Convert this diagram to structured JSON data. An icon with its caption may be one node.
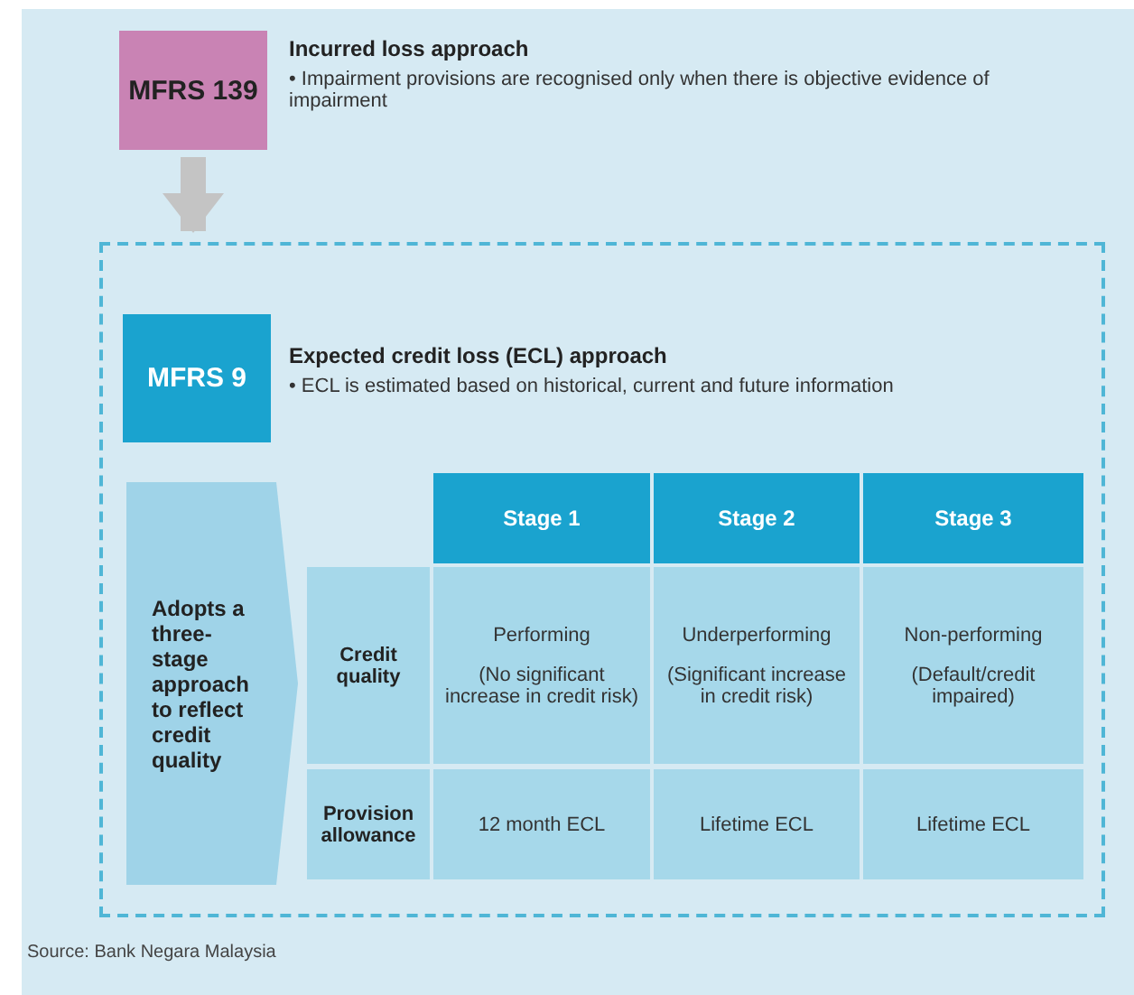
{
  "diagram": {
    "caption": "Source: Bank Negara Malaysia",
    "nodes": [
      {
        "text": [
          "MFRS 139"
        ],
        "beside": [
          "Incurred loss approach",
          "• Impairment provisions are recognised only when there is objective evidence of impairment"
        ]
      },
      {
        "text": [],
        "shape": "box"
      },
      {
        "text": [
          "MFRS 9"
        ],
        "in": 1,
        "beside": [
          "Expected credit loss (ECL) approach",
          "• ECL is estimated based on historical, current and future information"
        ]
      },
      {
        "text": [
          "Adopts a three-stage approach to reflect credit quality"
        ],
        "in": 1
      }
    ],
    "edges": [
      {
        "from": 0,
        "to": 1,
        "arrow": "to"
      }
    ],
    "labels": [
      "Stage 1",
      "Stage 2",
      "Stage 3",
      "Credit quality",
      "Performing",
      "(No significant increase in credit risk)",
      "Underperforming",
      "(Significant increase in credit risk)",
      "Non-performing",
      "(Default/credit impaired)",
      "Provision allowance",
      "12 month ECL",
      "Lifetime ECL",
      "Lifetime ECL"
    ]
  }
}
